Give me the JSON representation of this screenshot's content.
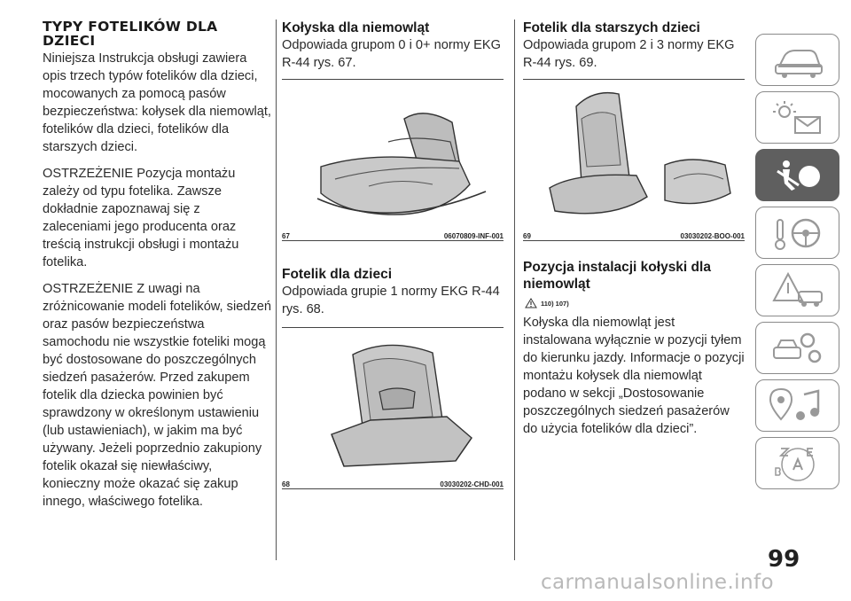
{
  "col1": {
    "title_line1": "TYPY FOTELIKÓW DLA",
    "title_line2": "DZIECI",
    "p1": "Niniejsza Instrukcja obsługi zawiera opis trzech typów fotelików dla dzieci, mocowanych za pomocą pasów bezpieczeństwa: kołysek dla niemowląt, fotelików dla dzieci, fotelików dla starszych dzieci.",
    "p2": "OSTRZEŻENIE Pozycja montażu zależy od typu fotelika. Zawsze dokładnie zapoznawaj się z zaleceniami jego producenta oraz treścią instrukcji obsługi i montażu fotelika.",
    "p3": "OSTRZEŻENIE Z uwagi na zróżnicowanie modeli fotelików, siedzeń oraz pasów bezpieczeństwa samochodu nie wszystkie foteliki mogą być dostosowane do poszczególnych siedzeń pasażerów. Przed zakupem fotelik dla dziecka powinien być sprawdzony w określonym ustawieniu (lub ustawieniach), w jakim ma być używany. Jeżeli poprzednio zakupiony fotelik okazał się niewłaściwy, konieczny może okazać się zakup innego, właściwego fotelika."
  },
  "col2": {
    "s1_title": "Kołyska dla niemowląt",
    "s1_text": "Odpowiada grupom 0 i 0+ normy EKG R-44 rys. 67.",
    "fig67_num": "67",
    "fig67_code": "06070809-INF-001",
    "s2_title": "Fotelik dla dzieci",
    "s2_text": "Odpowiada grupie 1 normy EKG R-44 rys. 68.",
    "fig68_num": "68",
    "fig68_code": "03030202-CHD-001"
  },
  "col3": {
    "s1_title": "Fotelik dla starszych dzieci",
    "s1_text": "Odpowiada grupom 2 i 3 normy EKG R-44 rys. 69.",
    "fig69_num": "69",
    "fig69_code": "03030202-BOO-001",
    "s2_title": "Pozycja instalacji kołyski dla niemowląt",
    "warn_refs": "110) 107)",
    "s2_text": "Kołyska dla niemowląt jest instalowana wyłącznie w pozycji tyłem do kierunku jazdy. Informacje o pozycji montażu kołysek dla niemowląt podano w sekcji „Dostosowanie poszczególnych siedzeń pasażerów do użycia fotelików dla dzieci”."
  },
  "sidebar": {
    "tabs": [
      {
        "icon": "car-icon"
      },
      {
        "icon": "lights-envelope-icon"
      },
      {
        "icon": "airbag-safety-icon",
        "active": true
      },
      {
        "icon": "key-steering-wheel-icon"
      },
      {
        "icon": "warning-triangle-car-icon"
      },
      {
        "icon": "car-gears-icon"
      },
      {
        "icon": "navigation-music-icon"
      },
      {
        "icon": "alphabet-index-icon"
      }
    ]
  },
  "page_number": "99",
  "watermark": "carmanualsonline.info",
  "colors": {
    "active_tab": "#5f5f5f",
    "tab_border": "#8a8a8a",
    "illustration_fill": "#c9c9c9"
  }
}
